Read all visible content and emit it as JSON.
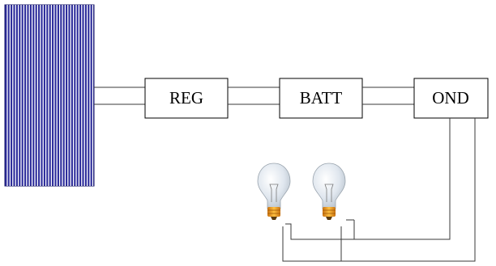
{
  "blocks": {
    "reg": {
      "label": "REG"
    },
    "batt": {
      "label": "BATT"
    },
    "ond": {
      "label": "OND"
    }
  },
  "components": {
    "solar_panel": {
      "icon": "solar-panel-icon",
      "color": "#2a2a9a"
    },
    "lamps": [
      {
        "icon": "light-bulb-icon"
      },
      {
        "icon": "light-bulb-icon"
      }
    ]
  },
  "colors": {
    "panel": "#2a2a9a",
    "panel_lines": "#ffffff",
    "bulb_glass": "#dfe6ee",
    "bulb_base": "#f0a020",
    "wires": "#3a3a3a"
  }
}
